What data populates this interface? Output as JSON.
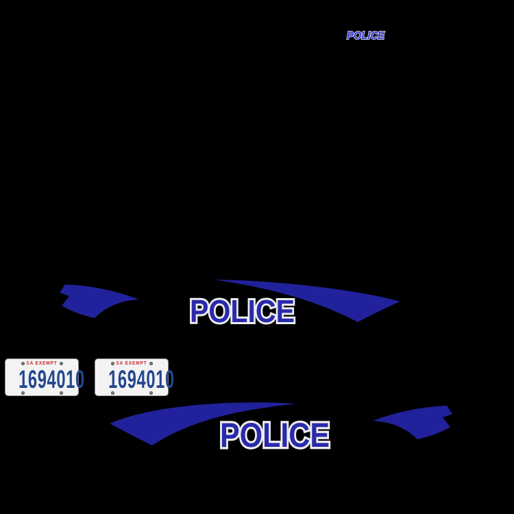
{
  "colors": {
    "background": "#000000",
    "swoosh_blue": "#21219b",
    "police_text_blue": "#2a2aad",
    "police_text_outline": "#ededed",
    "top_police_blue": "#3d3dd4",
    "top_police_outline": "#c6c6e4",
    "plate_background": "#f3f3f3",
    "plate_border": "#8e8e8e",
    "plate_number_blue": "#24478e",
    "plate_header_red": "#cc2a2a"
  },
  "decals": {
    "top_police_label": "POLICE",
    "left_side_police_label": "POLICE",
    "right_side_police_label": "POLICE"
  },
  "plate": {
    "header": "SA EXEMPT",
    "number": "1694010"
  }
}
